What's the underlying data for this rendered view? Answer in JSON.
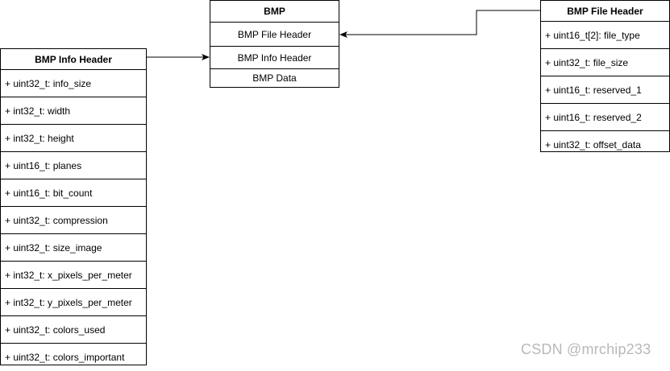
{
  "info_header": {
    "title": "BMP Info Header",
    "fields": [
      "+ uint32_t: info_size",
      "+ int32_t: width",
      "+ int32_t: height",
      "+ uint16_t: planes",
      "+ uint16_t: bit_count",
      "+ uint32_t: compression",
      "+ uint32_t: size_image",
      "+ int32_t: x_pixels_per_meter",
      "+ int32_t: y_pixels_per_meter",
      "+ uint32_t: colors_used",
      "+ uint32_t: colors_important"
    ]
  },
  "bmp": {
    "title": "BMP",
    "rows": [
      "BMP File Header",
      "BMP Info Header",
      "BMP Data"
    ]
  },
  "file_header": {
    "title": "BMP File Header",
    "fields": [
      "+ uint16_t[2]: file_type",
      "+ uint32_t: file_size",
      "+ uint16_t: reserved_1",
      "+ uint16_t: reserved_2",
      "+ uint32_t: offset_data"
    ]
  },
  "watermark": "CSDN @mrchip233",
  "colors": {
    "line": "#000000",
    "background": "#ffffff",
    "watermark": "#b8b8b8"
  }
}
